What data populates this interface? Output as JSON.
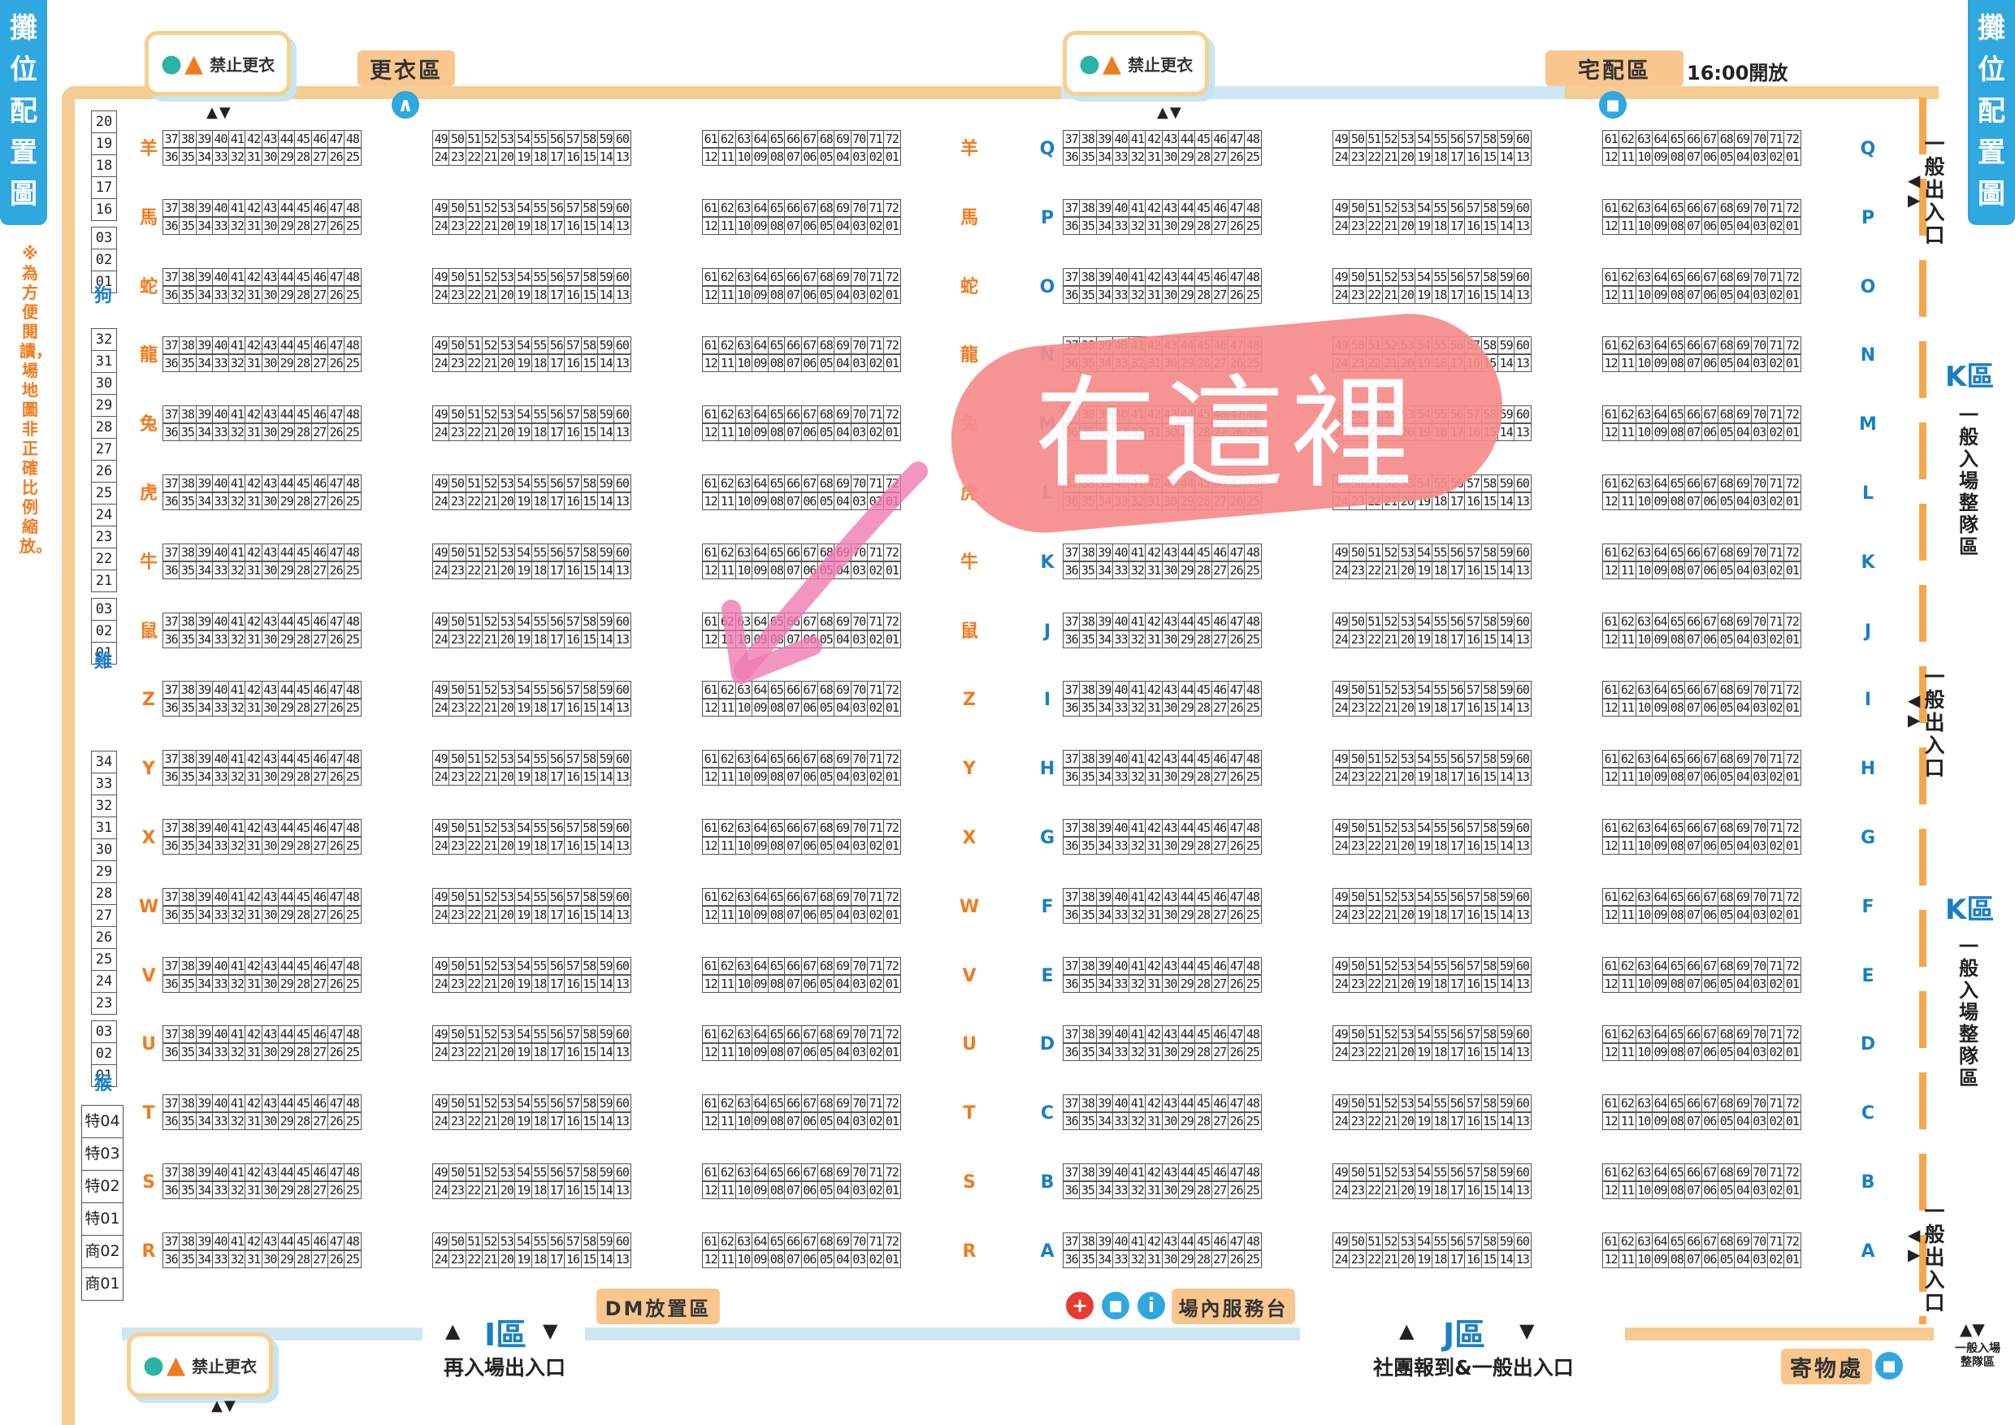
{
  "side_title": "攤位配置圖",
  "note": "※為方便閱讀，場地圖非正確比例縮放。",
  "no_change": "禁止更衣",
  "changing_area": "更衣區",
  "delivery_area": "宅配區",
  "delivery_time": "16:00開放",
  "here_text": "在這裡",
  "left_rows": [
    "羊",
    "馬",
    "蛇",
    "龍",
    "兔",
    "虎",
    "牛",
    "鼠",
    "Z",
    "Y",
    "X",
    "W",
    "V",
    "U",
    "T",
    "S",
    "R"
  ],
  "right_rows": [
    "Q",
    "P",
    "O",
    "N",
    "M",
    "L",
    "K",
    "J",
    "I",
    "H",
    "G",
    "F",
    "E",
    "D",
    "C",
    "B",
    "A"
  ],
  "block1_top": [
    "37",
    "38",
    "39",
    "40",
    "41",
    "42",
    "43",
    "44",
    "45",
    "46",
    "47",
    "48"
  ],
  "block1_bot": [
    "36",
    "35",
    "34",
    "33",
    "32",
    "31",
    "30",
    "29",
    "28",
    "27",
    "26",
    "25"
  ],
  "block2_top": [
    "49",
    "50",
    "51",
    "52",
    "53",
    "54",
    "55",
    "56",
    "57",
    "58",
    "59",
    "60"
  ],
  "block2_bot": [
    "24",
    "23",
    "22",
    "21",
    "20",
    "19",
    "18",
    "17",
    "16",
    "15",
    "14",
    "13"
  ],
  "block3_top": [
    "61",
    "62",
    "63",
    "64",
    "65",
    "66",
    "67",
    "68",
    "69",
    "70",
    "71",
    "72"
  ],
  "block3_bot": [
    "12",
    "11",
    "10",
    "09",
    "08",
    "07",
    "06",
    "05",
    "04",
    "03",
    "02",
    "01"
  ],
  "col_dog": {
    "label": "狗",
    "cells": [
      "20",
      "19",
      "18",
      "17",
      "16",
      "03",
      "02",
      "01"
    ]
  },
  "col_rooster": {
    "label": "雞",
    "cells": [
      "32",
      "31",
      "30",
      "29",
      "28",
      "27",
      "26",
      "25",
      "24",
      "23",
      "22",
      "21",
      "03",
      "02",
      "01"
    ]
  },
  "col_monkey": {
    "label": "猴",
    "cells": [
      "34",
      "33",
      "32",
      "31",
      "30",
      "29",
      "28",
      "27",
      "26",
      "25",
      "24",
      "23",
      "03",
      "02",
      "01"
    ]
  },
  "special_cells": [
    "特04",
    "特03",
    "特02",
    "特01",
    "商02",
    "商01"
  ],
  "exit_general": "一般出入口",
  "k_zone": "K區",
  "k_queue": "一般入場整隊區",
  "dm_area": "DM放置區",
  "service_desk": "場內服務台",
  "zone_i": "I區",
  "zone_i_text": "再入場出入口",
  "zone_j": "J區",
  "zone_j_text": "社團報到&一般出入口",
  "storage": "寄物處",
  "bottom_right_small": "一般入場整隊區",
  "colors": {
    "orange": "#f07b1f",
    "blue": "#1a7fc4",
    "sand": "#f9c78d",
    "lightblue": "#cfe7f4",
    "pink": "#f68c8c"
  }
}
